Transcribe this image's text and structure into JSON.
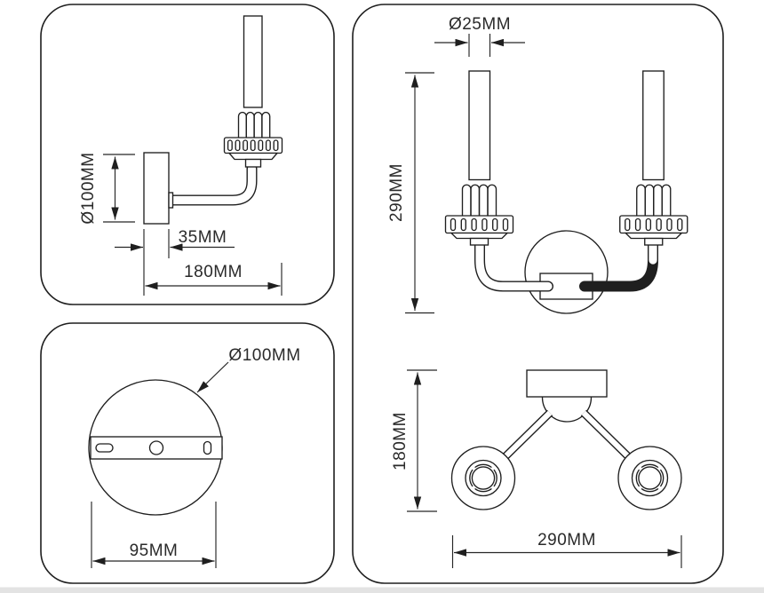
{
  "colors": {
    "line": "#1f1f1f",
    "text": "#2a2a2a",
    "panel_border": "#1e1e1e",
    "background": "#ffffff",
    "bottom_strip": "#e3e3e3"
  },
  "views": {
    "side": {
      "dims": {
        "plate_diameter": "Ø100MM",
        "plate_thickness": "35MM",
        "depth": "180MM"
      }
    },
    "mount": {
      "dims": {
        "plate_diameter": "Ø100MM",
        "hole_spacing": "95MM"
      }
    },
    "front": {
      "dims": {
        "candle_diameter": "Ø25MM",
        "height": "290MM"
      }
    },
    "top": {
      "dims": {
        "depth": "180MM",
        "width": "290MM"
      }
    }
  }
}
